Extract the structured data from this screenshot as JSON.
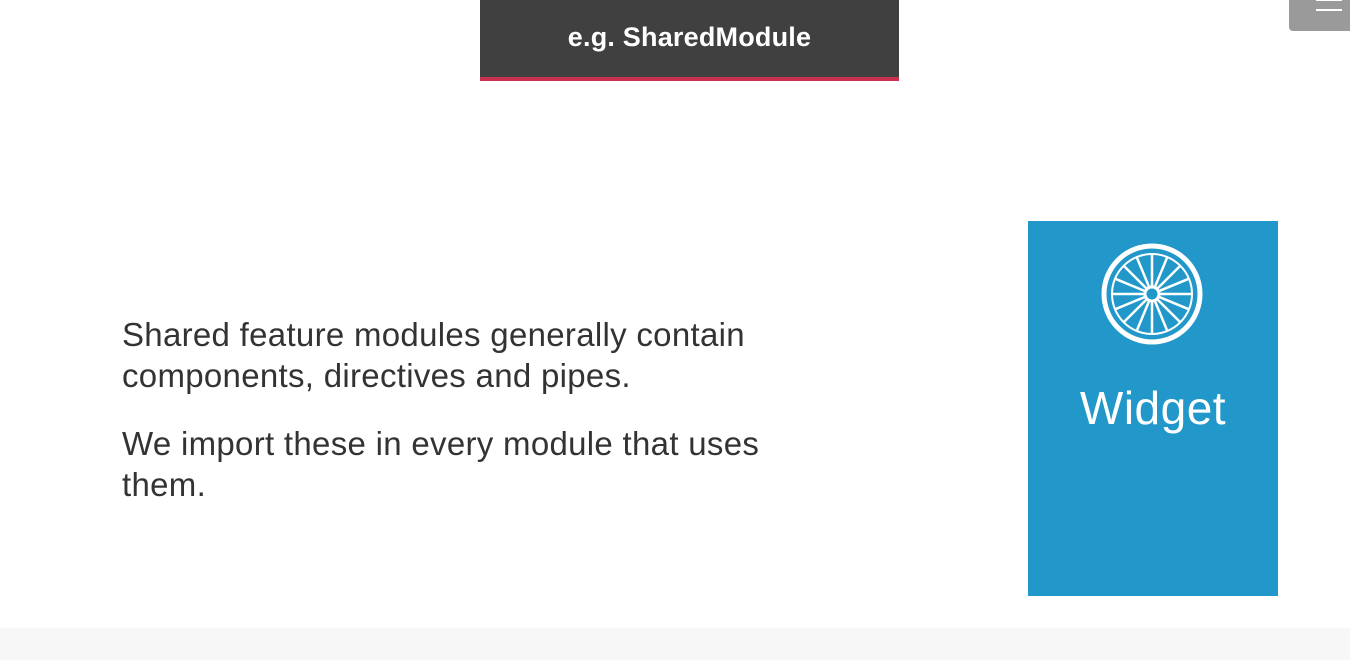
{
  "header": {
    "title": "e.g. SharedModule"
  },
  "body": {
    "paragraph_1": "Shared feature modules generally contain components, directives and pipes.",
    "paragraph_2": "We import these in every module that uses them."
  },
  "widget": {
    "label": "Widget",
    "icon": "wheel-icon"
  },
  "colors": {
    "banner_background": "#404040",
    "banner_accent": "#c8304d",
    "widget_background": "#2198c9",
    "text": "#333333"
  }
}
